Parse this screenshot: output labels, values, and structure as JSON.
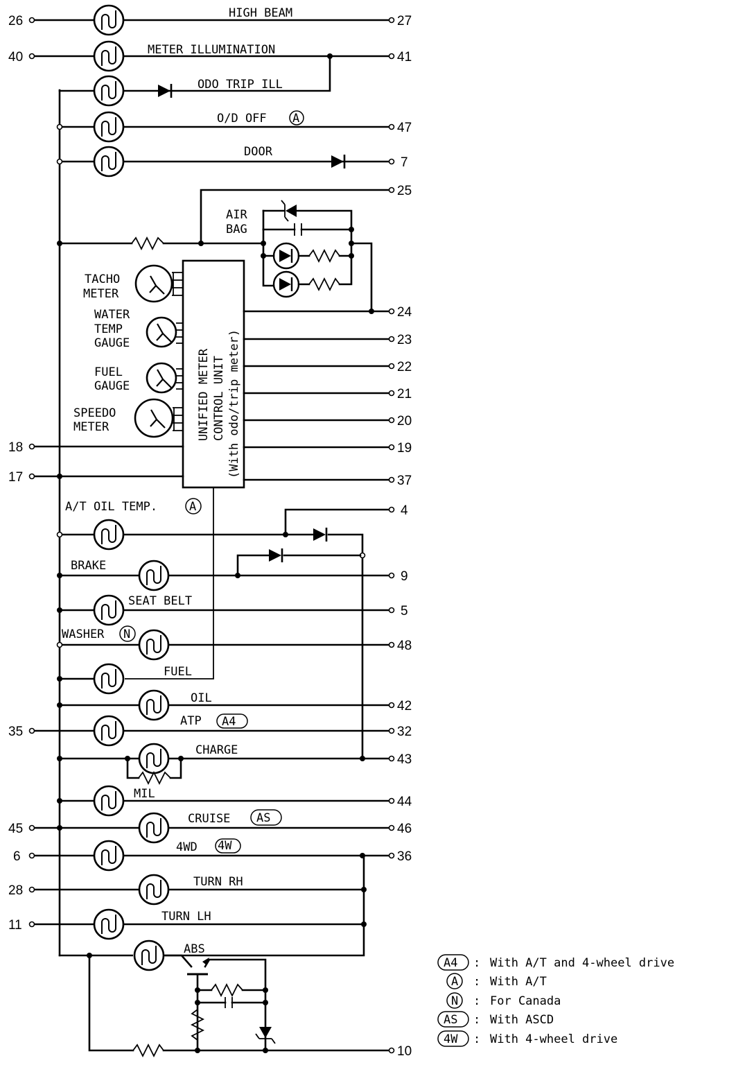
{
  "lamps": {
    "high_beam": "HIGH BEAM",
    "meter_illumination": "METER ILLUMINATION",
    "odo_trip_ill": "ODO TRIP ILL",
    "od_off": "O/D OFF",
    "door": "DOOR",
    "air_bag_line1": "AIR",
    "air_bag_line2": "BAG",
    "at_oil_temp": "A/T OIL TEMP.",
    "brake": "BRAKE",
    "seat_belt": "SEAT BELT",
    "washer": "WASHER",
    "fuel": "FUEL",
    "oil": "OIL",
    "atp": "ATP",
    "charge": "CHARGE",
    "mil": "MIL",
    "cruise": "CRUISE",
    "fourwd": "4WD",
    "turn_rh": "TURN RH",
    "turn_lh": "TURN LH",
    "abs": "ABS"
  },
  "gauges": {
    "tacho_1": "TACHO",
    "tacho_2": "METER",
    "water_1": "WATER",
    "water_2": "TEMP",
    "water_3": "GAUGE",
    "fuel_1": "FUEL",
    "fuel_2": "GAUGE",
    "speedo_1": "SPEEDO",
    "speedo_2": "METER"
  },
  "control_unit": {
    "line1": "UNIFIED METER",
    "line2": "CONTROL UNIT",
    "line3": "(With odo/trip meter)"
  },
  "badges": {
    "at": "A",
    "canada": "N",
    "a4": "A4",
    "ascd": "AS",
    "fourw": "4W"
  },
  "left_pins": {
    "p26": "26",
    "p40": "40",
    "p18": "18",
    "p17": "17",
    "p35": "35",
    "p45": "45",
    "p6": "6",
    "p28": "28",
    "p11": "11"
  },
  "right_pins": {
    "p27": "27",
    "p41": "41",
    "p47": "47",
    "p7": "7",
    "p25": "25",
    "p24": "24",
    "p23": "23",
    "p22": "22",
    "p21": "21",
    "p20": "20",
    "p19": "19",
    "p37": "37",
    "p4": "4",
    "p9": "9",
    "p5": "5",
    "p48": "48",
    "p42": "42",
    "p32": "32",
    "p43": "43",
    "p44": "44",
    "p46": "46",
    "p36": "36",
    "p10": "10"
  },
  "legend": [
    {
      "badge": "A4",
      "sep": ":",
      "text": "With A/T and 4-wheel drive"
    },
    {
      "badge": "A",
      "sep": ":",
      "text": "With A/T"
    },
    {
      "badge": "N",
      "sep": ":",
      "text": "For Canada"
    },
    {
      "badge": "AS",
      "sep": ":",
      "text": "With ASCD"
    },
    {
      "badge": "4W",
      "sep": ":",
      "text": "With 4-wheel drive"
    }
  ]
}
